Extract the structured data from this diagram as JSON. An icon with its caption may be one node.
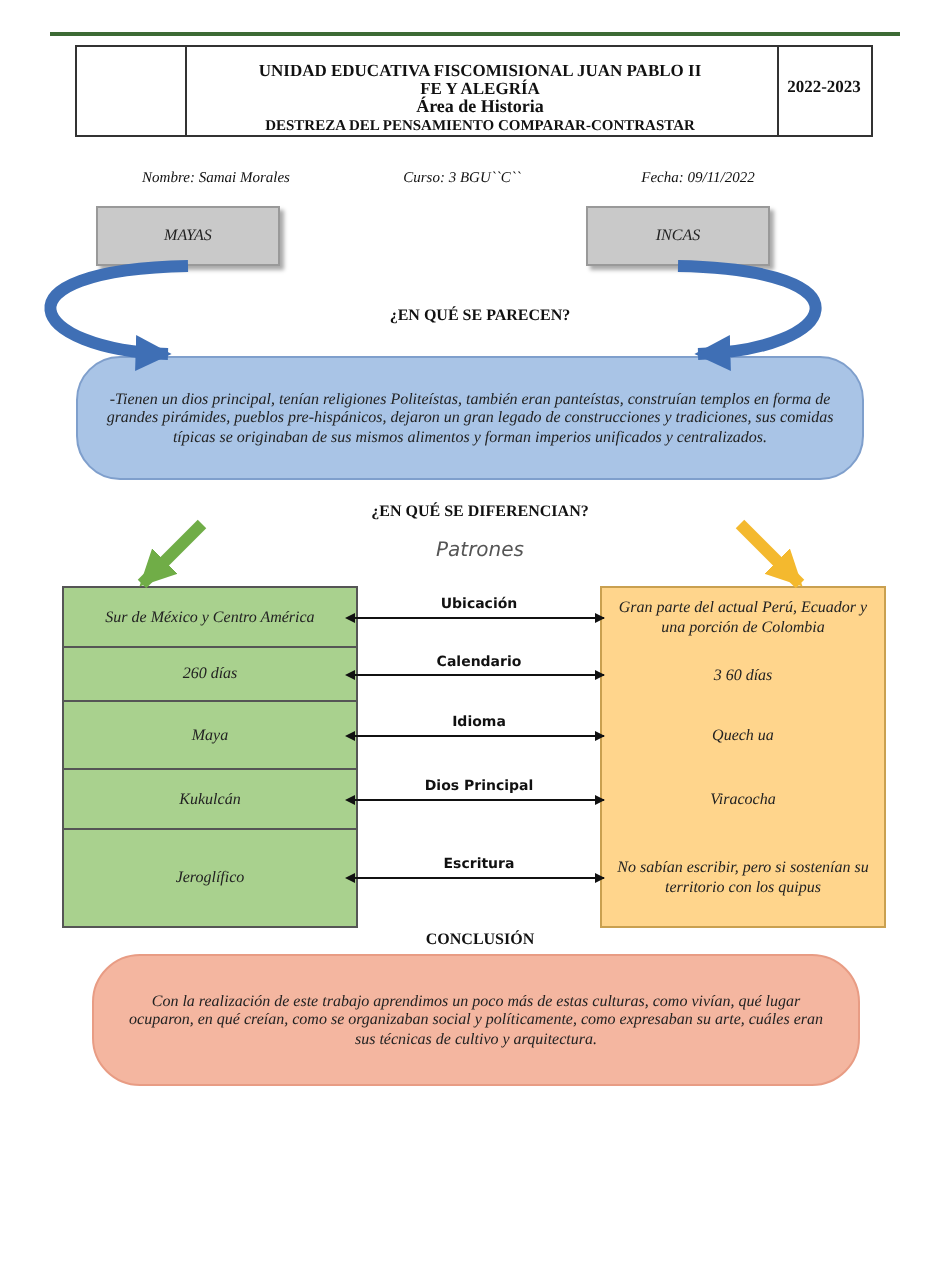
{
  "diagram": {
    "nodes": [
      {
        "text": [
          "MAYAS"
        ]
      },
      {
        "text": [
          "INCAS"
        ]
      },
      {
        "text": [
          "-Tienen un dios principal, tenían religiones Politeístas, también eran panteístas, construían templos en forma de grandes pirámides, pueblos pre-hispánicos, dejaron un gran legado de construcciones y tradiciones, sus comidas típicas se originaban de sus mismos alimentos y  forman imperios unificados y centralizados."
        ]
      },
      {
        "text": [],
        "shape": "box"
      },
      {
        "text": [
          "Sur de México y Centro América"
        ],
        "in": 3
      },
      {
        "text": [
          "260 días"
        ],
        "in": 3
      },
      {
        "text": [
          "Maya"
        ],
        "in": 3
      },
      {
        "text": [
          "Kukulcán"
        ],
        "in": 3
      },
      {
        "text": [
          "Jeroglífico"
        ],
        "in": 3
      },
      {
        "text": [],
        "shape": "box"
      },
      {
        "text": [
          "Gran parte del actual Perú, Ecuador y una porción de Colombia"
        ],
        "in": 9
      },
      {
        "text": [
          "3 60 días"
        ],
        "in": 9
      },
      {
        "text": [
          "Quech ua"
        ],
        "in": 9
      },
      {
        "text": [
          "Viracocha"
        ],
        "in": 9
      },
      {
        "text": [
          "No sabían escribir, pero si sostenían su territorio con los quipus"
        ],
        "in": 9
      },
      {
        "text": [
          "Con la realización de este trabajo aprendimos un poco más de estas culturas, como vivían, qué lugar ocuparon, en qué creían, como se organizaban social y políticamente, como expresaban su arte, cuáles eran sus técnicas de cultivo y arquitectura."
        ]
      }
    ],
    "edges": [
      {
        "from": 0,
        "to": 2,
        "arrow": "to",
        "style": "thick",
        "color": "#3f6fb5"
      },
      {
        "from": 1,
        "to": 2,
        "arrow": "to",
        "style": "thick",
        "color": "#3f6fb5"
      },
      {
        "from": null,
        "to": 3,
        "arrow": "to",
        "style": "thick",
        "color": "#70ad47"
      },
      {
        "from": null,
        "to": 9,
        "arrow": "to",
        "style": "thick",
        "color": "#f4b92e"
      },
      {
        "from": 4,
        "to": 10,
        "arrow": "both",
        "label": "Ubicación"
      },
      {
        "from": 5,
        "to": 11,
        "arrow": "both",
        "label": "Calendario"
      },
      {
        "from": 6,
        "to": 12,
        "arrow": "both",
        "label": "Idioma"
      },
      {
        "from": 7,
        "to": 13,
        "arrow": "both",
        "label": "Dios Principal"
      },
      {
        "from": 8,
        "to": 14,
        "arrow": "both",
        "label": "Escritura"
      }
    ],
    "labels": [
      "UNIDAD EDUCATIVA FISCOMISIONAL JUAN PABLO II",
      "FE Y ALEGRÍA",
      "Área de Historia",
      "DESTREZA DEL PENSAMIENTO COMPARAR-CONTRASTAR",
      "2022-2023",
      "Nombre: Samai Morales",
      "Curso: 3 BGU``C``",
      "Fecha: 09/11/2022",
      "¿EN QUÉ SE PARECEN?",
      "¿EN QUÉ SE DIFERENCIAN?",
      "Patrones",
      "CONCLUSIÓN"
    ]
  }
}
